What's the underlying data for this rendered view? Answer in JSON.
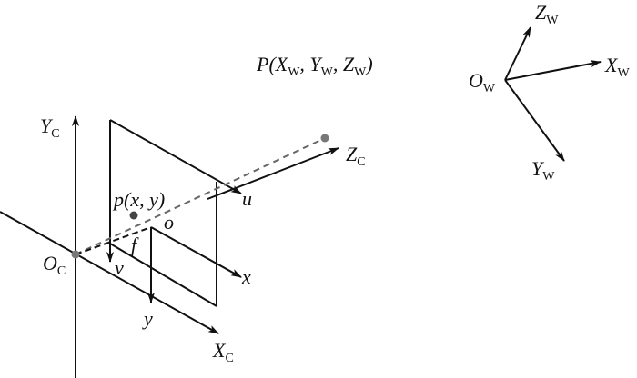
{
  "labels": {
    "Yc": {
      "main": "Y",
      "sub": "C"
    },
    "Xc": {
      "main": "X",
      "sub": "C"
    },
    "Zc": {
      "main": "Z",
      "sub": "C"
    },
    "Oc": {
      "main": "O",
      "sub": "C"
    },
    "Ow": {
      "main": "O",
      "sub": "W"
    },
    "Xw": {
      "main": "X",
      "sub": "W"
    },
    "Yw": {
      "main": "Y",
      "sub": "W"
    },
    "Zw": {
      "main": "Z",
      "sub": "W"
    },
    "u": "u",
    "v": "v",
    "x": "x",
    "y": "y",
    "o": "o",
    "f": "f",
    "p_point": "p(x, y)",
    "P_point": {
      "p1": "P(X",
      "s1": "W",
      "p2": ", Y",
      "s2": "W",
      "p3": ", Z",
      "s3": "W",
      "p4": ")"
    }
  },
  "colors": {
    "point": "#666666",
    "p_point": "#444444"
  }
}
